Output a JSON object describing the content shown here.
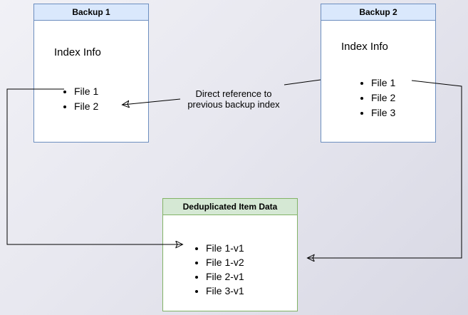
{
  "colors": {
    "blue_fill": "#dae8fc",
    "blue_border": "#6c8ebf",
    "green_fill": "#d5e8d4",
    "green_border": "#82b366",
    "box_body": "#ffffff",
    "arrow": "#000000"
  },
  "backup1": {
    "title": "Backup 1",
    "index_label": "Index Info",
    "files": [
      "File 1",
      "File 2"
    ]
  },
  "backup2": {
    "title": "Backup 2",
    "index_label": "Index Info",
    "files": [
      "File 1",
      "File 2",
      "File 3"
    ]
  },
  "dedup": {
    "title": "Deduplicated Item Data",
    "items": [
      "File 1-v1",
      "File 1-v2",
      "File 2-v1",
      "File 3-v1"
    ]
  },
  "annotation": {
    "line1": "Direct reference to",
    "line2": "previous backup index"
  }
}
